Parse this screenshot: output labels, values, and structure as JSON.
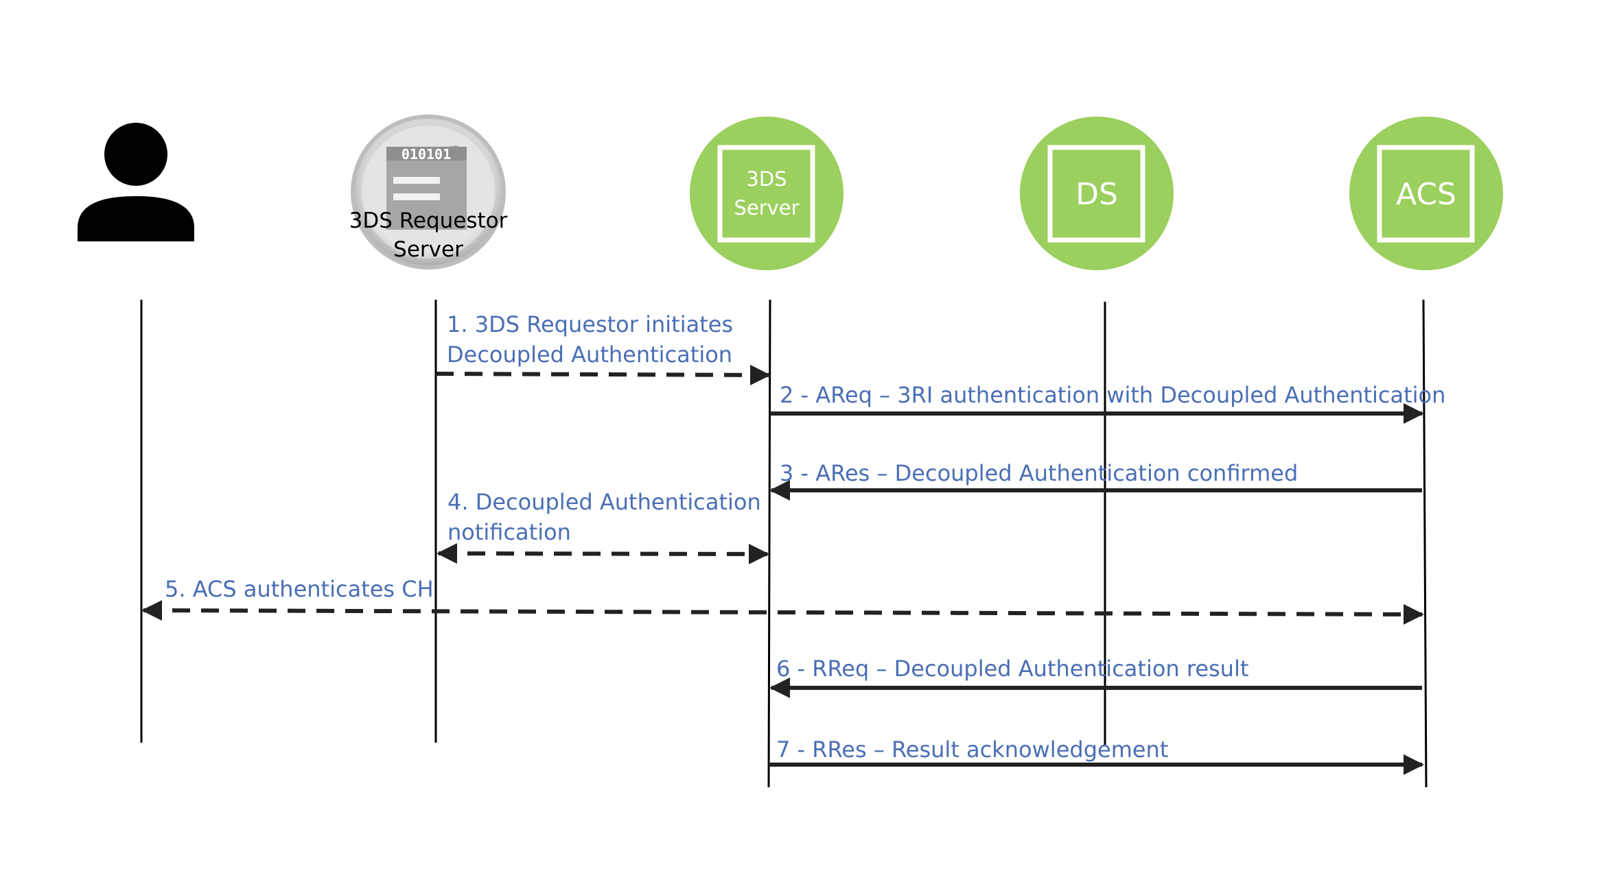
{
  "colors": {
    "message_text": "#4a6eb5",
    "node_green": "#9bcf5e",
    "line": "#000000",
    "arrow": "#222222",
    "requestor_ring": "#c8c8c8",
    "requestor_fill": "#a9a9a9"
  },
  "participants": {
    "cardholder": {
      "icon": "person-icon"
    },
    "requestor": {
      "icon": "server-icon",
      "line1": "3DS Requestor",
      "line2": "Server",
      "chip_text": "010101"
    },
    "three_ds_server": {
      "line1": "3DS",
      "line2": "Server"
    },
    "ds": {
      "label": "DS"
    },
    "acs": {
      "label": "ACS"
    }
  },
  "messages": {
    "m1": {
      "line1": "1. 3DS Requestor initiates",
      "line2": "Decoupled Authentication",
      "style": "dashed"
    },
    "m2": {
      "text": "2 - AReq – 3RI authentication with Decoupled Authentication",
      "style": "solid"
    },
    "m3": {
      "text": "3 - ARes – Decoupled Authentication confirmed",
      "style": "solid"
    },
    "m4": {
      "line1": "4. Decoupled Authentication",
      "line2": "notification",
      "style": "dashed"
    },
    "m5": {
      "text": "5. ACS authenticates CH",
      "style": "dashed"
    },
    "m6": {
      "text": "6 - RReq – Decoupled Authentication result",
      "style": "solid"
    },
    "m7": {
      "text": "7 - RRes – Result acknowledgement",
      "style": "solid"
    }
  }
}
